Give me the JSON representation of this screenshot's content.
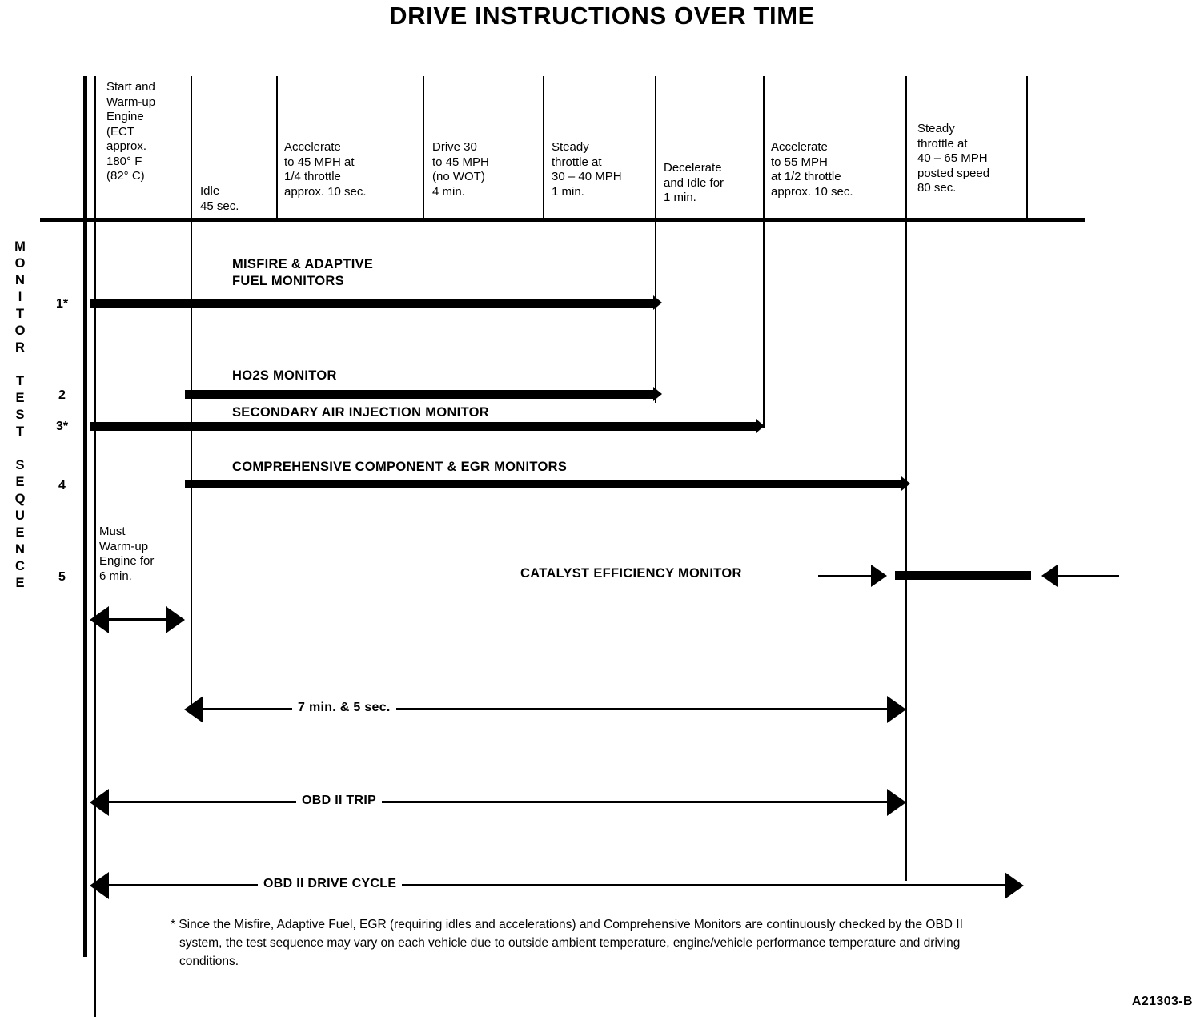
{
  "title": "DRIVE INSTRUCTIONS OVER TIME",
  "side_label": "MONITOR TEST SEQUENCE",
  "figure_id": "A21303-B",
  "columns": [
    {
      "id": "start-warmup",
      "text": "Start and\nWarm-up\nEngine\n(ECT\napprox.\n180° F\n(82° C)"
    },
    {
      "id": "idle",
      "text": "Idle\n45 sec."
    },
    {
      "id": "accelerate-45",
      "text": "Accelerate\nto 45 MPH at\n1/4 throttle\napprox. 10 sec."
    },
    {
      "id": "drive-30-45",
      "text": "Drive 30\nto 45 MPH\n(no WOT)\n4 min."
    },
    {
      "id": "steady-30-40",
      "text": "Steady\nthrottle at\n30 – 40 MPH\n1 min."
    },
    {
      "id": "decelerate-idle",
      "text": "Decelerate\nand Idle for\n1 min."
    },
    {
      "id": "accelerate-55",
      "text": "Accelerate\nto 55 MPH\nat 1/2 throttle\napprox. 10 sec."
    },
    {
      "id": "steady-40-65",
      "text": "Steady\nthrottle at\n40 – 65 MPH\nposted speed\n80 sec."
    }
  ],
  "rows": [
    {
      "num": "1*",
      "label": "MISFIRE & ADAPTIVE\nFUEL MONITORS"
    },
    {
      "num": "2",
      "label": "HO2S MONITOR"
    },
    {
      "num": "3*",
      "label": "SECONDARY AIR INJECTION MONITOR"
    },
    {
      "num": "4",
      "label": "COMPREHENSIVE COMPONENT & EGR MONITORS"
    },
    {
      "num": "5",
      "label": "CATALYST EFFICIENCY MONITOR"
    }
  ],
  "notes": {
    "warmup": "Must\nWarm-up\nEngine for\n6 min."
  },
  "measures": [
    {
      "id": "seven-min-five-sec",
      "text": "7 min. & 5 sec."
    },
    {
      "id": "obd-ii-trip",
      "text": "OBD II TRIP"
    },
    {
      "id": "obd-ii-drive-cycle",
      "text": "OBD II DRIVE CYCLE"
    }
  ],
  "footnote": "* Since the Misfire, Adaptive Fuel, EGR (requiring idles and accelerations) and Comprehensive Monitors are continuously checked by the OBD II system, the test sequence may vary on each vehicle due to outside ambient temperature, engine/vehicle performance temperature and driving conditions.",
  "chart_data": {
    "type": "bar",
    "title": "DRIVE INSTRUCTIONS OVER TIME",
    "xlabel": "",
    "ylabel": "MONITOR TEST SEQUENCE",
    "grid": false,
    "legend": "none",
    "categories": [
      "Start and Warm-up Engine (ECT approx. 180° F (82° C)",
      "Idle 45 sec.",
      "Accelerate to 45 MPH at 1/4 throttle approx. 10 sec.",
      "Drive 30 to 45 MPH (no WOT) 4 min.",
      "Steady throttle at 30 – 40 MPH 1 min.",
      "Decelerate and Idle for 1 min.",
      "Accelerate to 55 MPH at 1/2 throttle approx. 10 sec.",
      "Steady throttle at 40 – 65 MPH posted speed 80 sec."
    ],
    "series": [
      {
        "name": "MISFIRE & ADAPTIVE FUEL MONITORS",
        "sequence": "1*",
        "start_column": 0,
        "end_column": 5
      },
      {
        "name": "HO2S MONITOR",
        "sequence": "2",
        "start_column": 1,
        "end_column": 5
      },
      {
        "name": "SECONDARY AIR INJECTION MONITOR",
        "sequence": "3*",
        "start_column": 0,
        "end_column": 6
      },
      {
        "name": "COMPREHENSIVE COMPONENT & EGR MONITORS",
        "sequence": "4",
        "start_column": 1,
        "end_column": 7
      },
      {
        "name": "CATALYST EFFICIENCY MONITOR",
        "sequence": "5",
        "start_column": 7,
        "end_column": 8
      }
    ],
    "annotations": [
      "Must Warm-up Engine for 6 min.",
      "7 min. & 5 sec.",
      "OBD II TRIP",
      "OBD II DRIVE CYCLE"
    ]
  }
}
